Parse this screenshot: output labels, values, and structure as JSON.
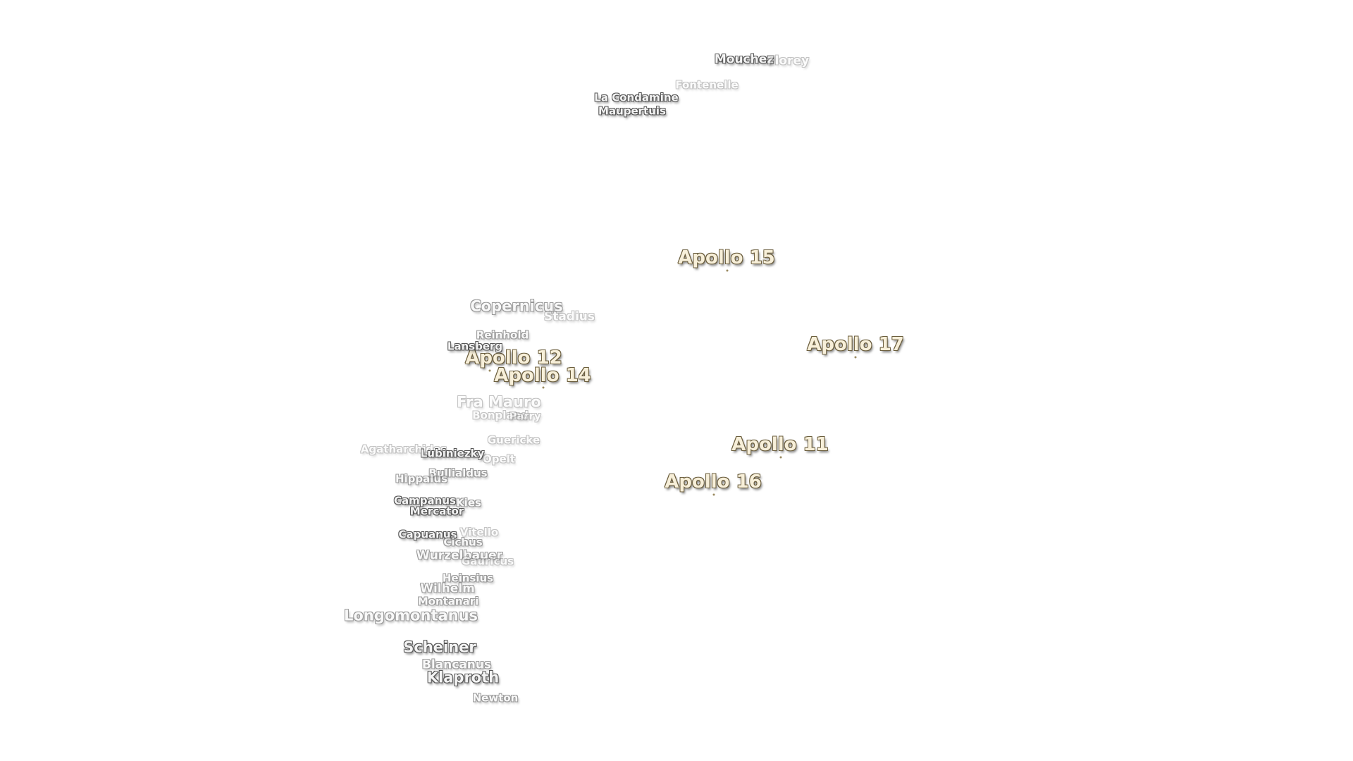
{
  "apollo_sites": [
    {
      "name": "Apollo 15"
    },
    {
      "name": "Apollo 17"
    },
    {
      "name": "Apollo 12"
    },
    {
      "name": "Apollo 14"
    },
    {
      "name": "Apollo 11"
    },
    {
      "name": "Apollo 16"
    }
  ],
  "craters": [
    {
      "name": "Mouchez"
    },
    {
      "name": "Florey"
    },
    {
      "name": "Fontenelle"
    },
    {
      "name": "La Condamine"
    },
    {
      "name": "Maupertuis"
    },
    {
      "name": "Copernicus"
    },
    {
      "name": "Stadius"
    },
    {
      "name": "Reinhold"
    },
    {
      "name": "Lansberg"
    },
    {
      "name": "Fra Mauro"
    },
    {
      "name": "Bonpland"
    },
    {
      "name": "Parry"
    },
    {
      "name": "Guericke"
    },
    {
      "name": "Agatharchides"
    },
    {
      "name": "Lubiniezky"
    },
    {
      "name": "Opelt"
    },
    {
      "name": "Bullialdus"
    },
    {
      "name": "Hippalus"
    },
    {
      "name": "Campanus"
    },
    {
      "name": "Kies"
    },
    {
      "name": "Mercator"
    },
    {
      "name": "Capuanus"
    },
    {
      "name": "Vitello"
    },
    {
      "name": "Cichus"
    },
    {
      "name": "Wurzelbauer"
    },
    {
      "name": "Gauricus"
    },
    {
      "name": "Heinsius"
    },
    {
      "name": "Wilhelm"
    },
    {
      "name": "Montanari"
    },
    {
      "name": "Longomontanus"
    },
    {
      "name": "Scheiner"
    },
    {
      "name": "Blancanus"
    },
    {
      "name": "Klaproth"
    },
    {
      "name": "Newton"
    }
  ]
}
